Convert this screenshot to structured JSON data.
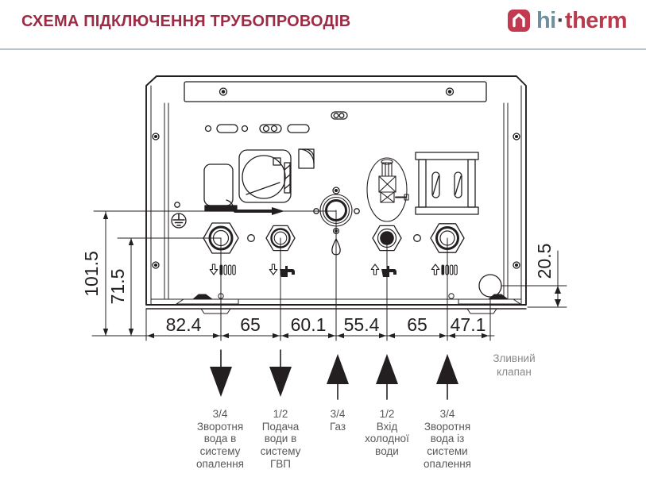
{
  "header": {
    "title": "СХЕМА ПІДКЛЮЧЕННЯ ТРУБОПРОВОДІВ",
    "logo": {
      "hi": "hi",
      "separator": "·",
      "therm": "therm"
    }
  },
  "colors": {
    "title": "#9c2b45",
    "logo_red": "#c23a50",
    "logo_teal": "#6f8f9c",
    "divider": "#b6c4cb",
    "drawing_line": "#231f20",
    "label_gray": "#58595b",
    "drain_label_gray": "#87898c"
  },
  "dimensions": {
    "left_vertical": [
      "101.5",
      "71.5"
    ],
    "right_vertical": "20.5",
    "bottom_horizontal": [
      "82.4",
      "65",
      "60.1",
      "55.4",
      "65",
      "47.1"
    ]
  },
  "connections": [
    {
      "direction": "down",
      "label": "3/4\nЗворотня\nвода в\nсистему\nопалення"
    },
    {
      "direction": "down",
      "label": "1/2\nПодача\nводи в\nсистему\nГВП"
    },
    {
      "direction": "up",
      "label": "3/4\nГаз"
    },
    {
      "direction": "up",
      "label": "1/2\nВхід\nхолодної\nводи"
    },
    {
      "direction": "up",
      "label": "3/4\nЗворотня\nвода із\nсистеми\nопалення"
    }
  ],
  "drain_valve_label": "Зливний\nклапан"
}
